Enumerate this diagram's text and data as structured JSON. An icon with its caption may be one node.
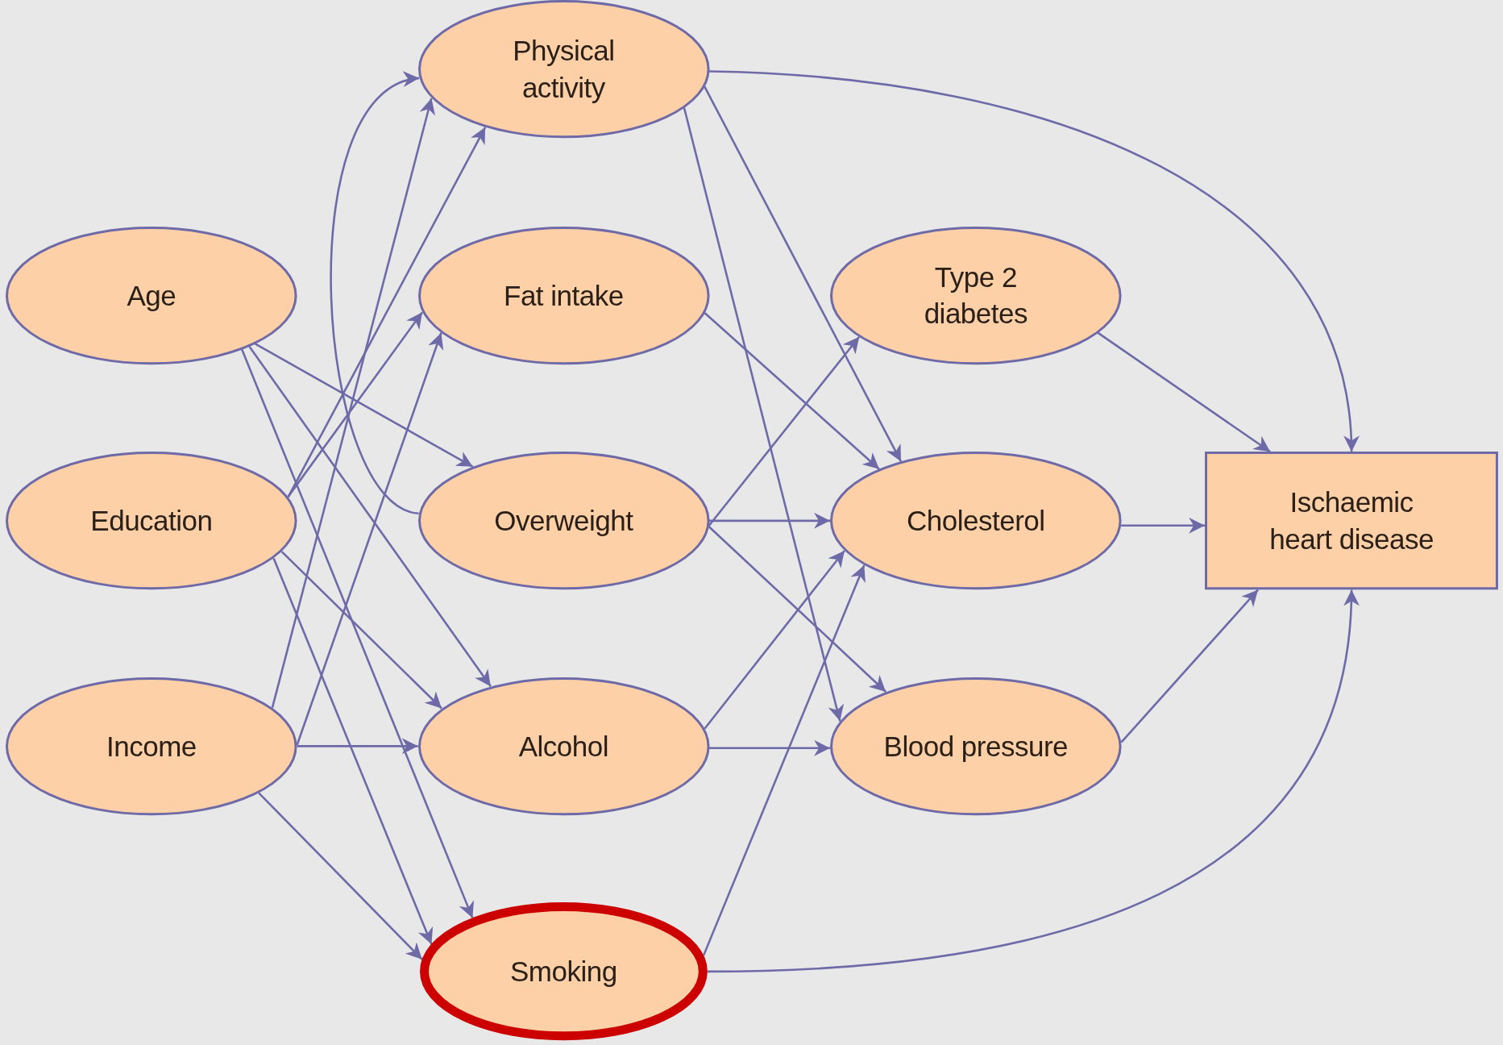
{
  "diagram": {
    "nodes": [
      {
        "text": [
          "Physical activity"
        ]
      },
      {
        "text": [
          "Age"
        ]
      },
      {
        "text": [
          "Fat intake"
        ]
      },
      {
        "text": [
          "Type 2 diabetes"
        ]
      },
      {
        "text": [
          "Education"
        ]
      },
      {
        "text": [
          "Overweight"
        ]
      },
      {
        "text": [
          "Cholesterol"
        ]
      },
      {
        "text": [
          "Ischaemic heart disease"
        ]
      },
      {
        "text": [
          "Income"
        ]
      },
      {
        "text": [
          "Alcohol"
        ]
      },
      {
        "text": [
          "Blood pressure"
        ]
      },
      {
        "text": [
          "Smoking"
        ]
      }
    ],
    "edges": [
      {
        "from": 1,
        "to": 5,
        "arrow": "to"
      },
      {
        "from": 1,
        "to": 9,
        "arrow": "to"
      },
      {
        "from": 1,
        "to": 11,
        "arrow": "to"
      },
      {
        "from": 4,
        "to": 0,
        "arrow": "to"
      },
      {
        "from": 4,
        "to": 2,
        "arrow": "to"
      },
      {
        "from": 4,
        "to": 9,
        "arrow": "to"
      },
      {
        "from": 4,
        "to": 11,
        "arrow": "to"
      },
      {
        "from": 8,
        "to": 0,
        "arrow": "to"
      },
      {
        "from": 8,
        "to": 2,
        "arrow": "to"
      },
      {
        "from": 8,
        "to": 9,
        "arrow": "to"
      },
      {
        "from": 8,
        "to": 11,
        "arrow": "to"
      },
      {
        "from": 5,
        "to": 0,
        "arrow": "to"
      },
      {
        "from": 0,
        "to": 6,
        "arrow": "to"
      },
      {
        "from": 0,
        "to": 10,
        "arrow": "to"
      },
      {
        "from": 0,
        "to": 7,
        "arrow": "to"
      },
      {
        "from": 2,
        "to": 6,
        "arrow": "to"
      },
      {
        "from": 5,
        "to": 3,
        "arrow": "to"
      },
      {
        "from": 5,
        "to": 6,
        "arrow": "to"
      },
      {
        "from": 5,
        "to": 10,
        "arrow": "to"
      },
      {
        "from": 9,
        "to": 6,
        "arrow": "to"
      },
      {
        "from": 9,
        "to": 10,
        "arrow": "to"
      },
      {
        "from": 11,
        "to": 6,
        "arrow": "to"
      },
      {
        "from": 11,
        "to": 7,
        "arrow": "to"
      },
      {
        "from": 3,
        "to": 7,
        "arrow": "to"
      },
      {
        "from": 6,
        "to": 7,
        "arrow": "to"
      },
      {
        "from": 10,
        "to": 7,
        "arrow": "to"
      }
    ]
  }
}
